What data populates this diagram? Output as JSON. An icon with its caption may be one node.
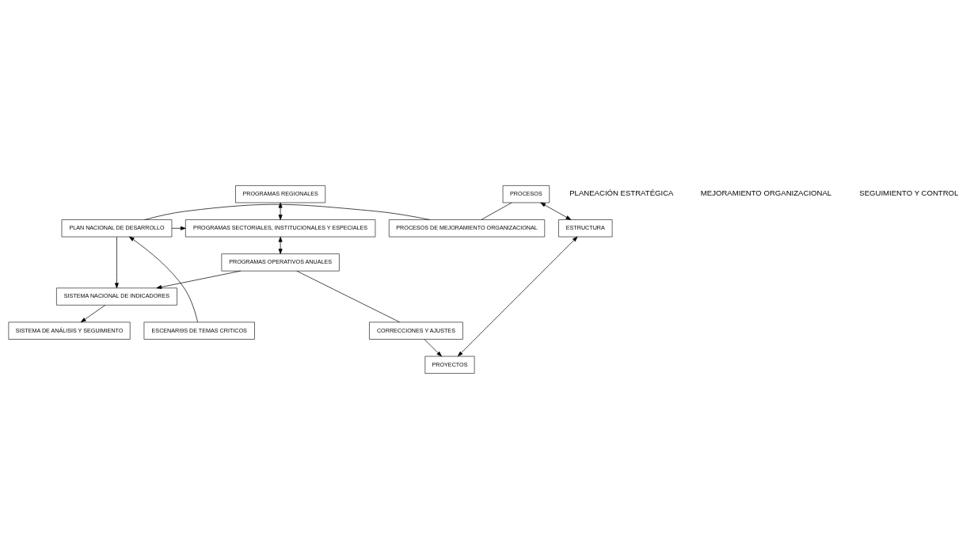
{
  "diagram": {
    "nodes": [
      {
        "text": [
          "PLAN NACIONAL DE DESARROLLO"
        ]
      },
      {
        "text": [
          "PROGRAMAS REGIONALES"
        ]
      },
      {
        "text": [
          "PROGRAMAS SECTORIALES, INSTITUCIONALES Y ESPECIALES"
        ]
      },
      {
        "text": [
          "PROGRAMAS OPERATIVOS ANUALES"
        ]
      },
      {
        "text": [
          "PROCESOS"
        ]
      },
      {
        "text": [
          "ESTRUCTURA"
        ]
      },
      {
        "text": [
          "PROYECTOS"
        ]
      },
      {
        "text": [
          "PROCESOS DE MEJORAMIENTO ORGANIZACIONAL"
        ]
      },
      {
        "text": [
          "SISTEMA NACIONAL DE INDICADORES"
        ]
      },
      {
        "text": [
          "ESCENARI9S DE TEMAS CRITICOS"
        ]
      },
      {
        "text": [
          "SISTEMA DE ANÁLISIS Y SEGUIMIENTO"
        ]
      },
      {
        "text": [
          "CORRECCIONES Y AJUSTES"
        ]
      }
    ],
    "edges": [
      {
        "from": 0,
        "to": 2,
        "arrow": "to"
      },
      {
        "from": 1,
        "to": 2,
        "arrow": "both"
      },
      {
        "from": 2,
        "to": 3,
        "arrow": "both"
      },
      {
        "from": 4,
        "to": 5,
        "arrow": "both"
      },
      {
        "from": 5,
        "to": 6,
        "arrow": "both"
      },
      {
        "from": 0,
        "to": 7,
        "arrow": "none"
      },
      {
        "from": 4,
        "to": 7,
        "arrow": "none"
      },
      {
        "from": 0,
        "to": 8,
        "arrow": "to"
      },
      {
        "from": 3,
        "to": 8,
        "arrow": "to"
      },
      {
        "from": 8,
        "to": 10,
        "arrow": "to"
      },
      {
        "from": 3,
        "to": 11,
        "arrow": "none"
      },
      {
        "from": 11,
        "to": 6,
        "arrow": "to"
      },
      {
        "from": 9,
        "to": 0,
        "arrow": "to"
      }
    ],
    "labels": [
      "PLANEACIÓN ESTRATÉGICA",
      "MEJORAMIENTO ORGANIZACIONAL",
      "SEGUIMIENTO Y CONTROL"
    ]
  }
}
